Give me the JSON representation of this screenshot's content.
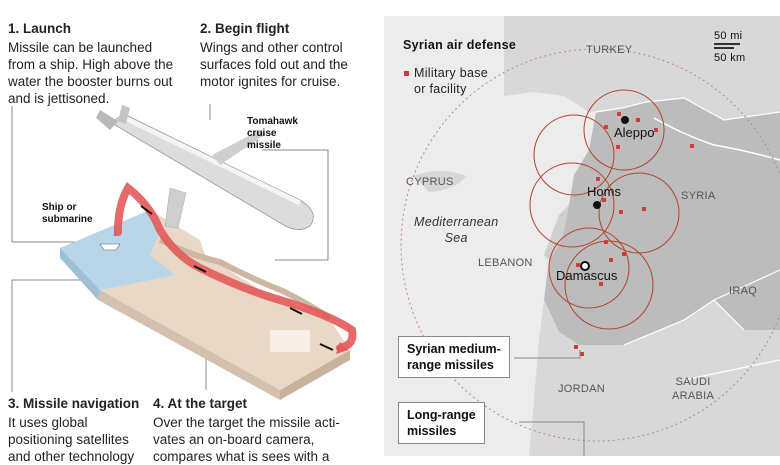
{
  "steps": [
    {
      "title": "1. Launch",
      "text": [
        "Missile can be launched",
        "from a ship. High above the",
        "water the booster burns out",
        "and is jettisoned."
      ]
    },
    {
      "title": "2. Begin flight",
      "text": [
        "Wings and other control",
        "surfaces fold out and the",
        "motor ignites for cruise."
      ]
    },
    {
      "title": "3. Missile navigation",
      "text": [
        "It uses global",
        "positioning satellites",
        "and other technology"
      ]
    },
    {
      "title": "4. At the target",
      "text": [
        "Over the target the missile acti-",
        "vates an on-board camera,",
        "compares what is sees with a"
      ]
    }
  ],
  "labels": {
    "missile": [
      "Tomahawk",
      "cruise",
      "missile"
    ],
    "ship": [
      "Ship or",
      "submarine"
    ]
  },
  "map": {
    "title": "Syrian air defense",
    "legend": [
      "Military base",
      "or facility"
    ],
    "scale": {
      "mi": "50 mi",
      "km": "50 km"
    },
    "countries": {
      "turkey": "TURKEY",
      "cyprus": "CYPRUS",
      "syria": "SYRIA",
      "lebanon": "LEBANON",
      "iraq": "IRAQ",
      "jordan": "JORDAN",
      "saudi": [
        "SAUDI",
        "ARABIA"
      ]
    },
    "sea": [
      "Mediterranean",
      "Sea"
    ],
    "cities": {
      "aleppo": "Aleppo",
      "homs": "Homs",
      "damascus": "Damascus"
    },
    "boxes": {
      "medium": [
        "Syrian medium-",
        "range missiles"
      ],
      "long": [
        "Long-range",
        "missiles"
      ]
    },
    "colors": {
      "accent": "#d33a3a",
      "land": "#d9d9d9",
      "syria": "#bdbdbd",
      "sea": "#ececec"
    }
  }
}
